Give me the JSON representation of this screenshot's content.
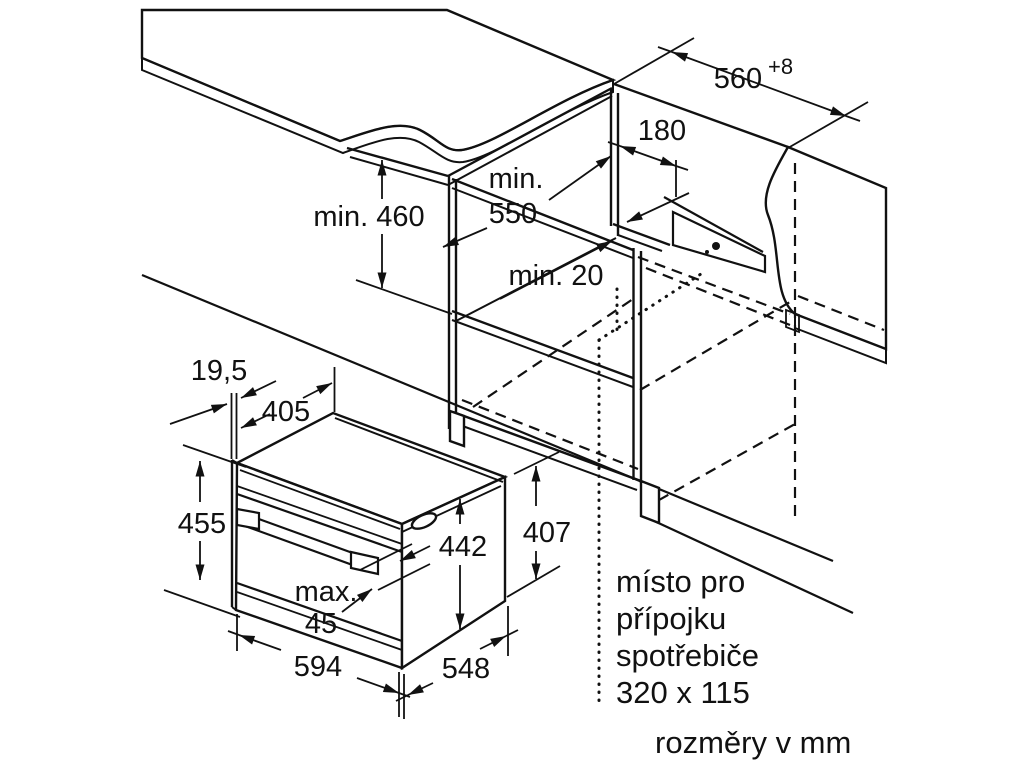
{
  "diagram": {
    "kind": "built-in compact oven installation drawing",
    "units_note": "rozměry v mm",
    "connection_note": [
      "místo pro",
      "přípojku",
      "spotřebiče",
      "320 x 115"
    ],
    "dims": {
      "niche_width": "560",
      "niche_width_tol": "+8",
      "connection_offset": "180",
      "min_depth_label": "min.",
      "min_depth_value": "550",
      "min_height": "min. 460",
      "min_back_gap": "min. 20",
      "frame_overhang": "19,5",
      "top_depth": "405",
      "front_height": "455",
      "body_height": "442",
      "rear_height": "407",
      "handle_label": "max.",
      "handle_value": "45",
      "oven_width": "594",
      "oven_depth": "548"
    },
    "colors": {
      "surface": "#e8e8e8",
      "edge_band": "#d8d8d8",
      "line": "#111111"
    }
  }
}
